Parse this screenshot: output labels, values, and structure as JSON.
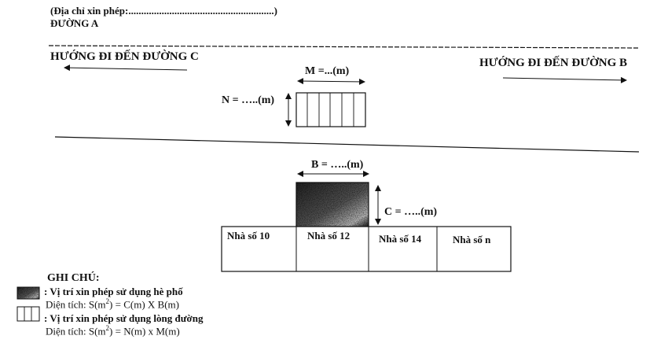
{
  "header": {
    "address_line": "(Địa chỉ xin phép:.........................................................)",
    "street_a": "ĐƯỜNG A"
  },
  "road": {
    "direction_left": "HƯỚNG ĐI ĐẾN ĐƯỜNG C",
    "direction_right": "HƯỚNG ĐI ĐẾN ĐƯỜNG B",
    "roadway_width_label": "M =...(m)",
    "roadway_length_label": "N = …..(m)"
  },
  "sidewalk": {
    "width_label": "B = …..(m)",
    "length_label": "C = …..(m)"
  },
  "houses": [
    {
      "label": "Nhà số 10"
    },
    {
      "label": "Nhà số 12"
    },
    {
      "label": "Nhà số 14"
    },
    {
      "label": "Nhà số n"
    }
  ],
  "legend": {
    "title": "GHI CHÚ:",
    "sidewalk_title": ": Vị trí xin phép sử dụng hè phố",
    "sidewalk_area_prefix": "Diện tích:  S(m",
    "sidewalk_area_sup": "2",
    "sidewalk_area_suffix": ") = C(m) X B(m)",
    "roadway_title": ": Vị trí xin phép sử dụng lòng đường",
    "roadway_area_prefix": "Diện tích: S(m",
    "roadway_area_sup": "2",
    "roadway_area_suffix": ") = N(m) x M(m)"
  },
  "colors": {
    "ink": "#111111",
    "fill_dark": "#1a1a1a"
  }
}
